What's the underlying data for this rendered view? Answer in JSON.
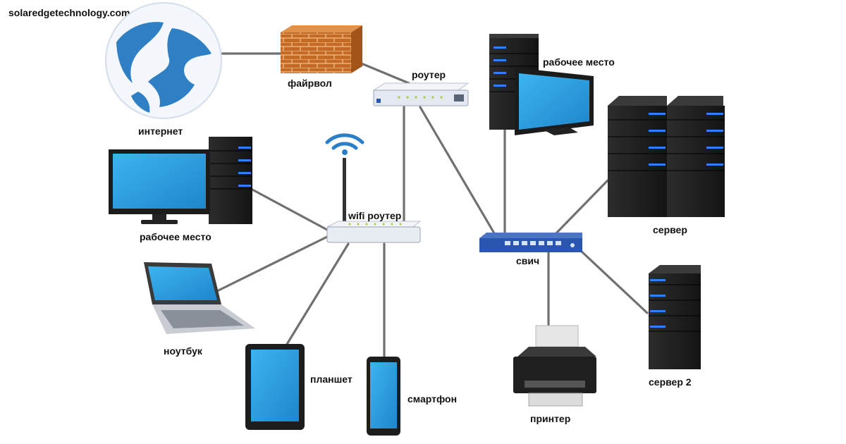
{
  "watermark": "solaredgetechnology.com",
  "labels": {
    "internet": "интернет",
    "firewall": "файрвол",
    "router": "роутер",
    "workstation_top": "рабочее место",
    "server": "сервер",
    "workstation_left": "рабочее место",
    "wifi_router": "wifi роутер",
    "switch": "свич",
    "laptop": "ноутбук",
    "tablet": "планшет",
    "smartphone": "смартфон",
    "printer": "принтер",
    "server2": "сервер 2"
  },
  "colors": {
    "screen": "#2a9fe0",
    "tower": "#1f1f1f",
    "tower_led": "#2f7fff",
    "brick": "#c8702a",
    "router_body": "#e8ecf3",
    "switch_body": "#2a56b0",
    "wifi": "#2a7fc8",
    "cable": "#707070",
    "globe": "#2f7fc4"
  },
  "icons": [
    "globe-icon",
    "firewall-icon",
    "router-icon",
    "server-tower-icon",
    "monitor-icon",
    "wifi-router-icon",
    "switch-icon",
    "laptop-icon",
    "tablet-icon",
    "smartphone-icon",
    "printer-icon",
    "wifi-signal-icon"
  ]
}
